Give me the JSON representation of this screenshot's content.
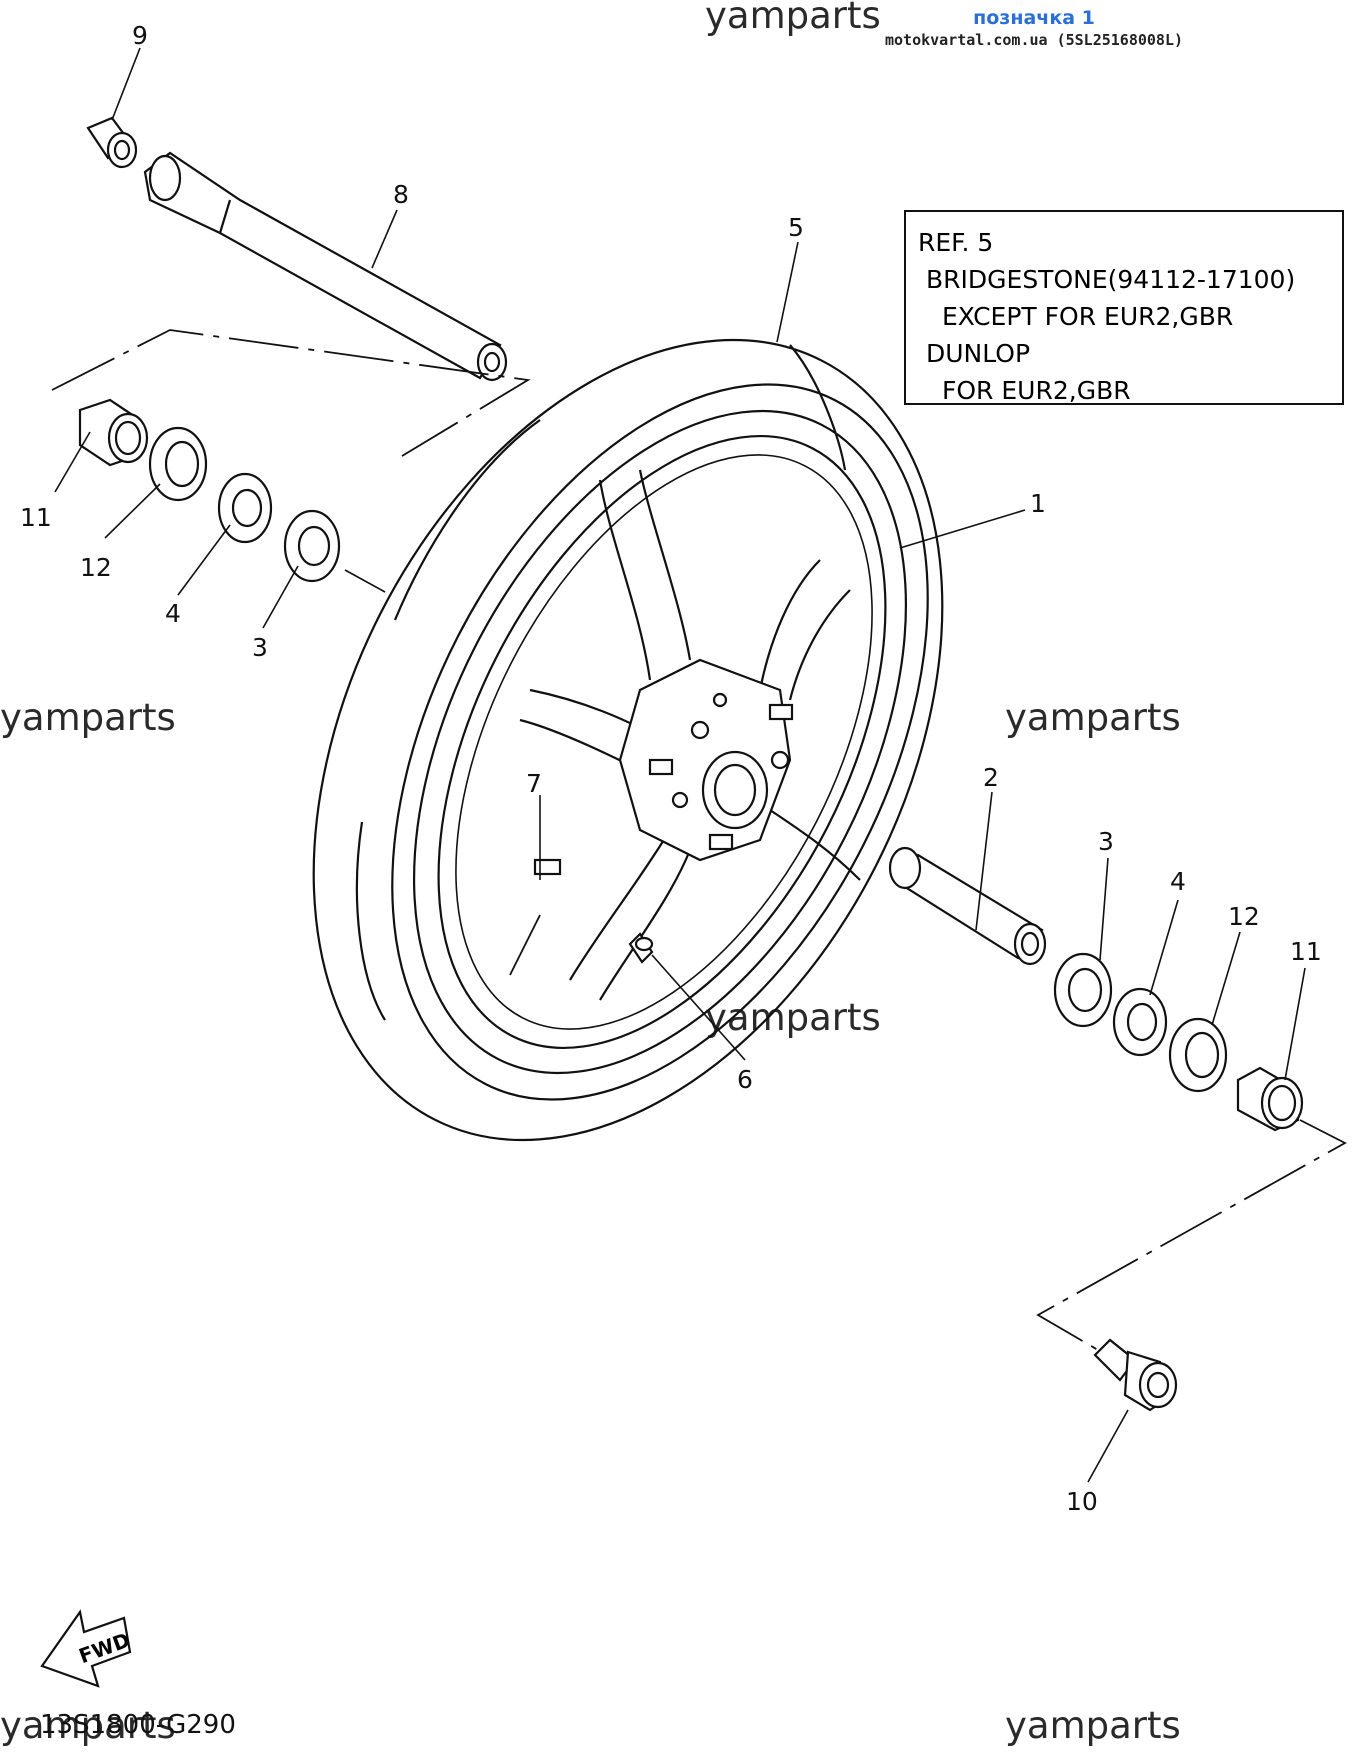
{
  "header": {
    "tag_label": "позначка 1",
    "site_ref": "motokvartal.com.ua (5SL25168008L)"
  },
  "ref_box": {
    "title": "REF. 5",
    "line1": "BRIDGESTONE(94112-17100)",
    "line2": "EXCEPT FOR EUR2,GBR",
    "line3": "DUNLOP",
    "line4": "FOR EUR2,GBR"
  },
  "callouts": {
    "c1": "1",
    "c2": "2",
    "c3_left": "3",
    "c3_right": "3",
    "c4_left": "4",
    "c4_right": "4",
    "c5": "5",
    "c6": "6",
    "c7": "7",
    "c8": "8",
    "c9": "9",
    "c10": "10",
    "c11_left": "11",
    "c11_right": "11",
    "c12_left": "12",
    "c12_right": "12"
  },
  "watermark": "yamparts",
  "fwd_label": "FWD",
  "diagram_code": "13S1800-G290"
}
